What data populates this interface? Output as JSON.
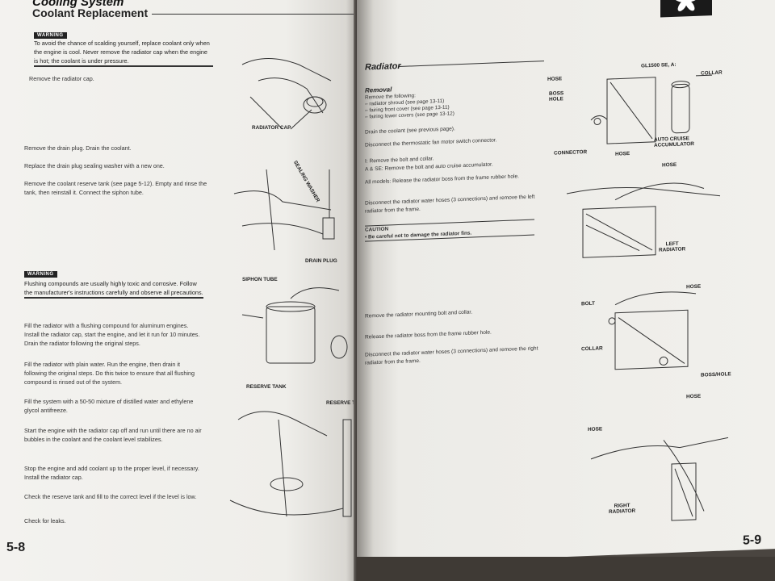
{
  "left": {
    "chapter": "Cooling System",
    "section": "Coolant Replacement",
    "warning1": {
      "badge": "WARNING",
      "text": "To avoid the chance of scalding yourself, replace coolant only when the engine is cool. Never remove the radiator cap when the engine is hot; the coolant is under pressure."
    },
    "steps_top": [
      "Remove the radiator cap.",
      "Remove the drain plug. Drain the coolant.",
      "Replace the drain plug sealing washer with a new one.",
      "Remove the coolant reserve tank (see page 5-12). Empty and rinse the tank, then reinstall it. Connect the siphon tube."
    ],
    "warning2": {
      "badge": "WARNING",
      "text": "Flushing compounds are usually highly toxic and corrosive. Follow the manufacturer's instructions carefully and observe all precautions."
    },
    "steps_bottom": [
      "Fill the radiator with a flushing compound for aluminum engines. Install the radiator cap, start the engine, and let it run for 10 minutes. Drain the radiator following the original steps.",
      "Fill the radiator with plain water. Run the engine, then drain it following the original steps. Do this twice to ensure that all flushing compound is rinsed out of the system.",
      "Fill the system with a 50-50 mixture of distilled water and ethylene glycol antifreeze.",
      "Start the engine with the radiator cap off and run until there are no air bubbles in the coolant and the coolant level stabilizes.",
      "Stop the engine and add coolant up to the proper level, if necessary. Install the radiator cap.",
      "Check the reserve tank and fill to the correct level if the level is low.",
      "Check for leaks."
    ],
    "labels": {
      "radiator_cap": "RADIATOR CAP",
      "sealing_washer": "SEALING WASHER",
      "drain_plug": "DRAIN PLUG",
      "siphon_tube": "SIPHON TUBE",
      "reserve_tank": "RESERVE TANK",
      "reserve_tank_2": "RESERVE TANK"
    },
    "page_number": "5-8"
  },
  "right": {
    "title": "Radiator",
    "subtitle": "Removal",
    "removal_intro": "Remove the following:",
    "removal_list": [
      "– radiator shroud (see page 13-11)",
      "– fairing front cover (see page 13-11)",
      "– fairing lower covers (see page 13-12)"
    ],
    "steps_top": [
      "Drain the coolant (see previous page).",
      "Disconnect the thermostatic fan motor switch connector.",
      "I: Remove the bolt and collar.\nA & SE: Remove the bolt and auto cruise accumulator.",
      "All models: Release the radiator boss from the frame rubber hole.",
      "Disconnect the radiator water hoses (3 connections) and remove the left radiator from the frame."
    ],
    "caution": {
      "heading": "CAUTION",
      "text": "• Be careful not to damage the radiator fins."
    },
    "steps_bottom": [
      "Remove the radiator mounting bolt and collar.",
      "Release the radiator boss from the frame rubber hole.",
      "Disconnect the radiator water hoses (3 connections) and remove the right radiator from the frame."
    ],
    "labels": {
      "hose": "HOSE",
      "gl1500": "GL1500 SE, A:",
      "collar": "COLLAR",
      "boss_hole": "BOSS\nHOLE",
      "connector": "CONNECTOR",
      "hose2": "HOSE",
      "auto_cruise": "AUTO CRUISE\nACCUMULATOR",
      "hose3": "HOSE",
      "left_radiator": "LEFT\nRADIATOR",
      "hose4": "HOSE",
      "bolt": "BOLT",
      "collar2": "COLLAR",
      "boss_hole2": "BOSS/HOLE",
      "hose5": "HOSE",
      "hose6": "HOSE",
      "right_radiator": "RIGHT\nRADIATOR"
    },
    "page_number": "5-9"
  }
}
